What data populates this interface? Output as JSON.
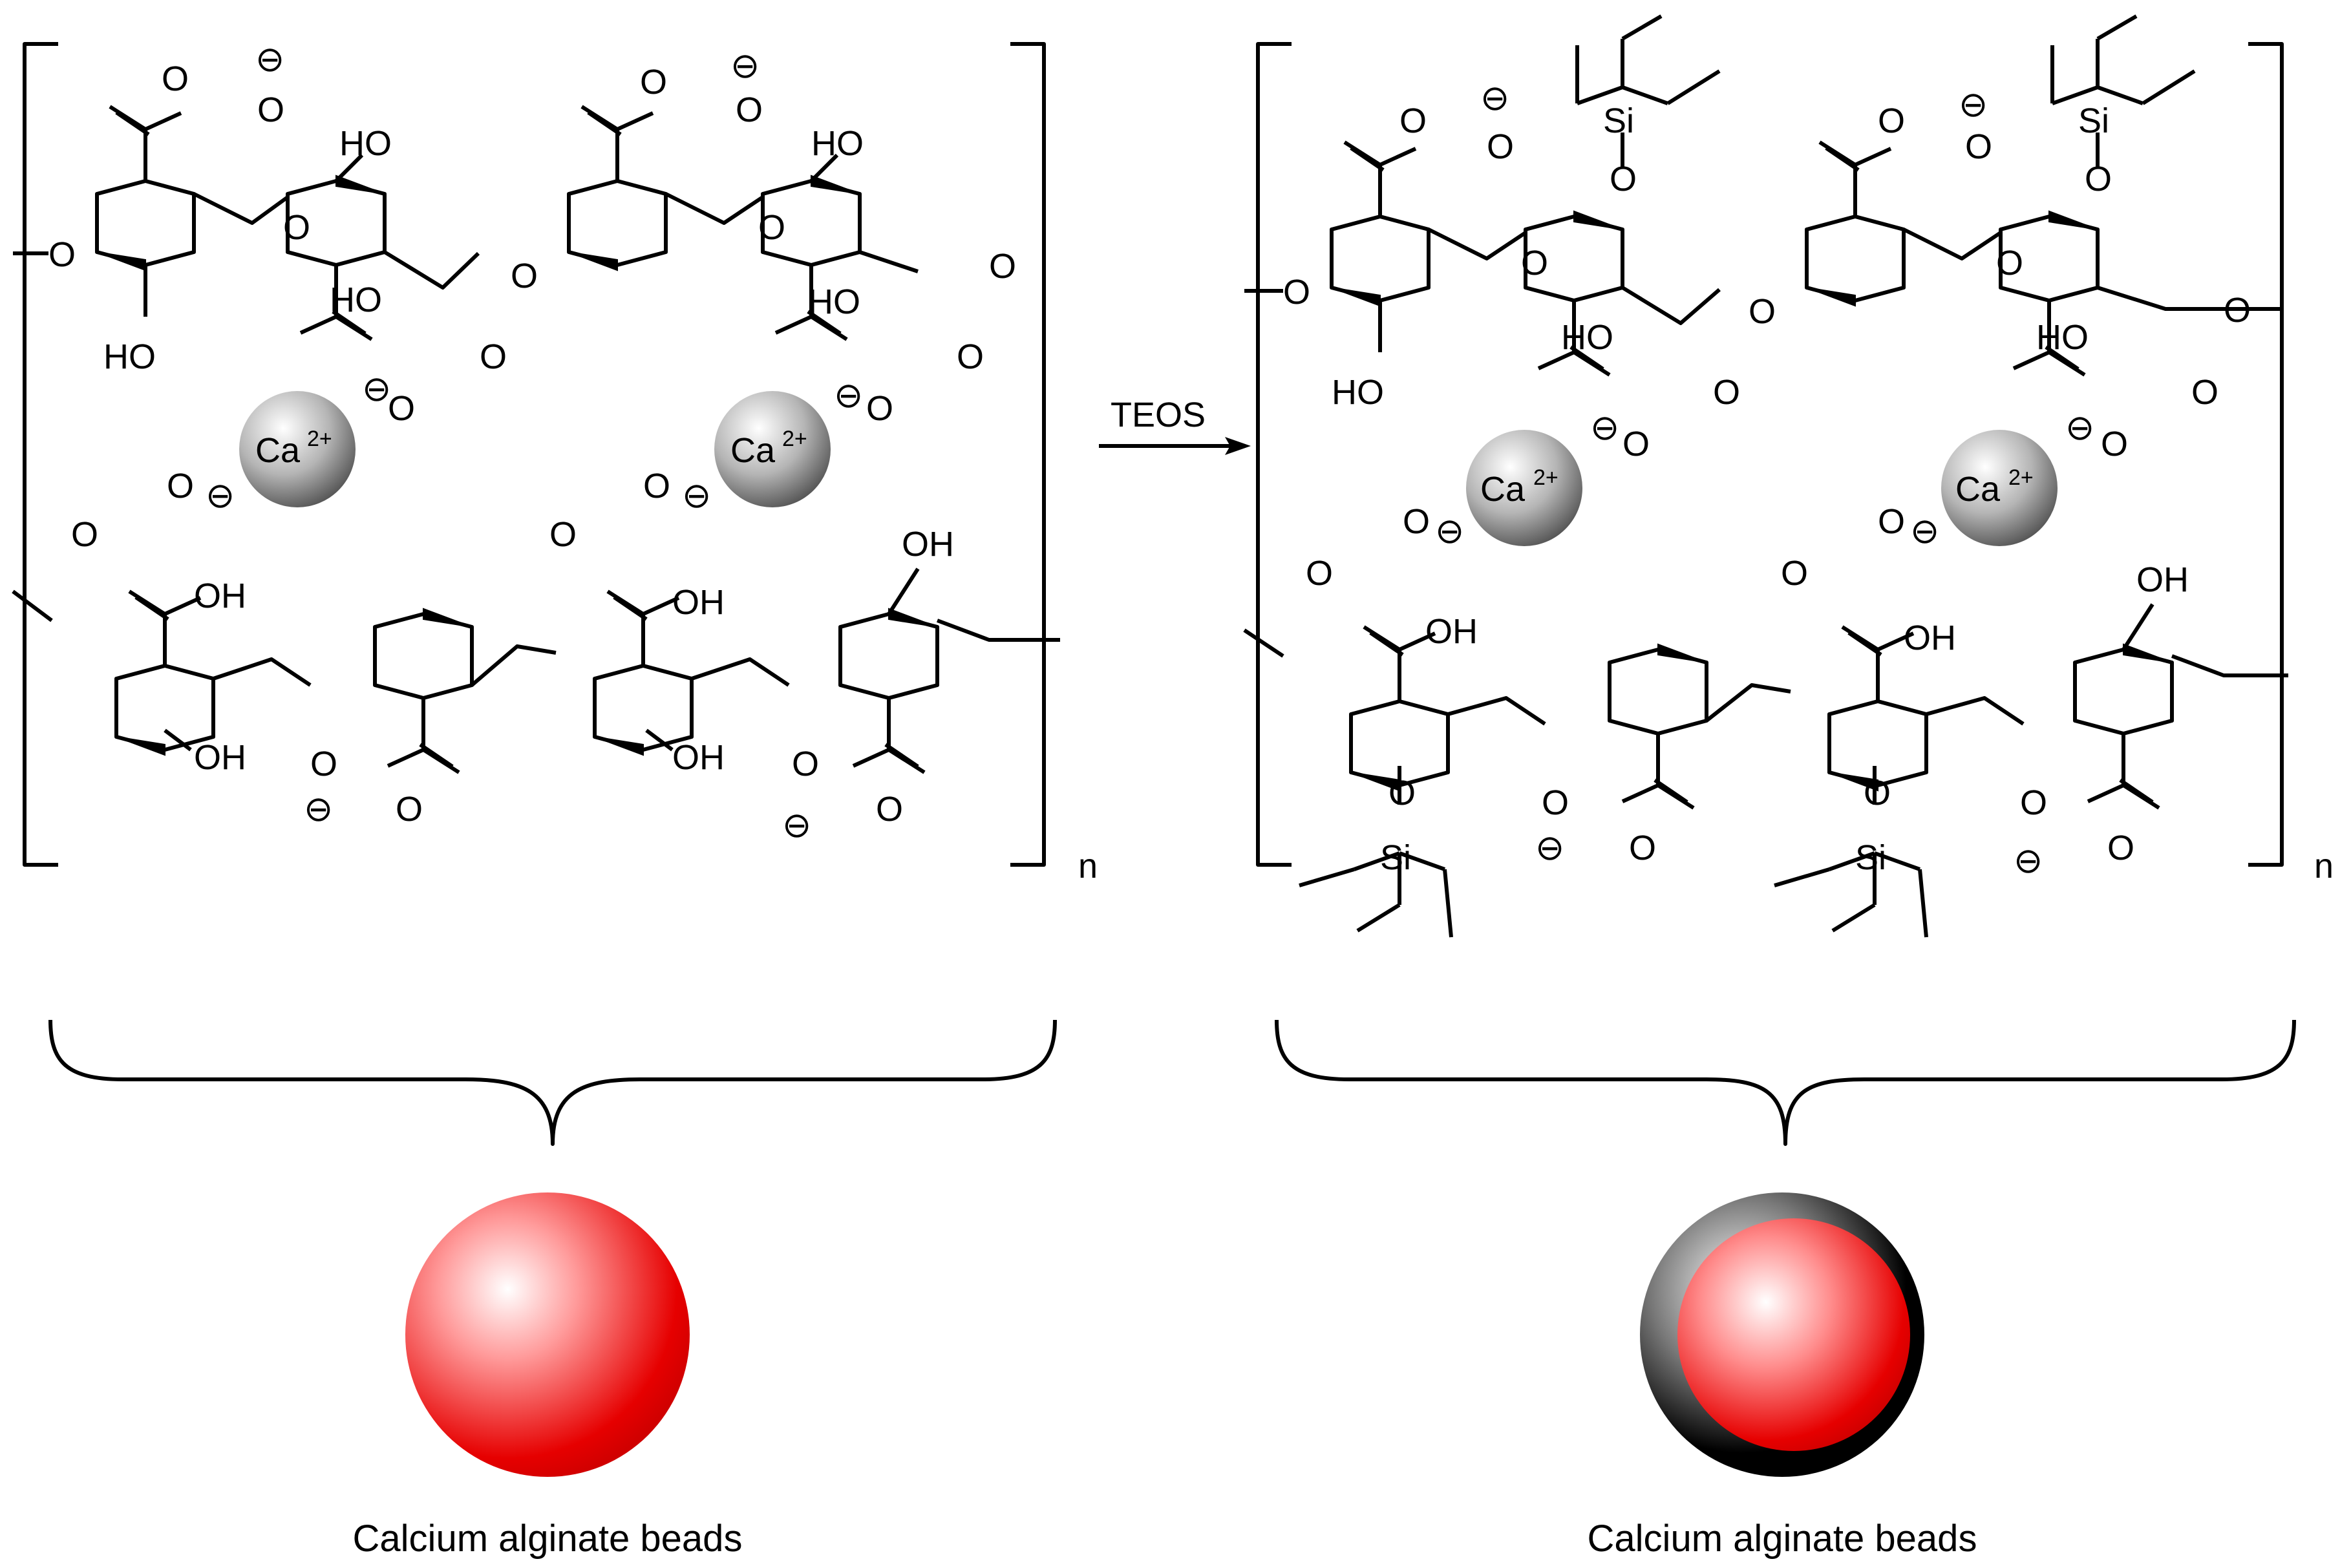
{
  "reagent": "TEOS",
  "repeat_label": "n",
  "caption_left": "Calcium alginate beads",
  "caption_right": "Calcium alginate beads",
  "ion_symbol": "Ca",
  "ion_charge": "2+",
  "charge_sign": "⊖",
  "atoms": {
    "oxygen": "O",
    "hydroxyl": "OH",
    "hydroxyl_left": "HO",
    "silicon": "Si"
  },
  "colors": {
    "bead_core": "#e60000",
    "bead_highlight": "#ffffff",
    "shell": "#000000",
    "ion_sphere": "#8a8a8a"
  }
}
